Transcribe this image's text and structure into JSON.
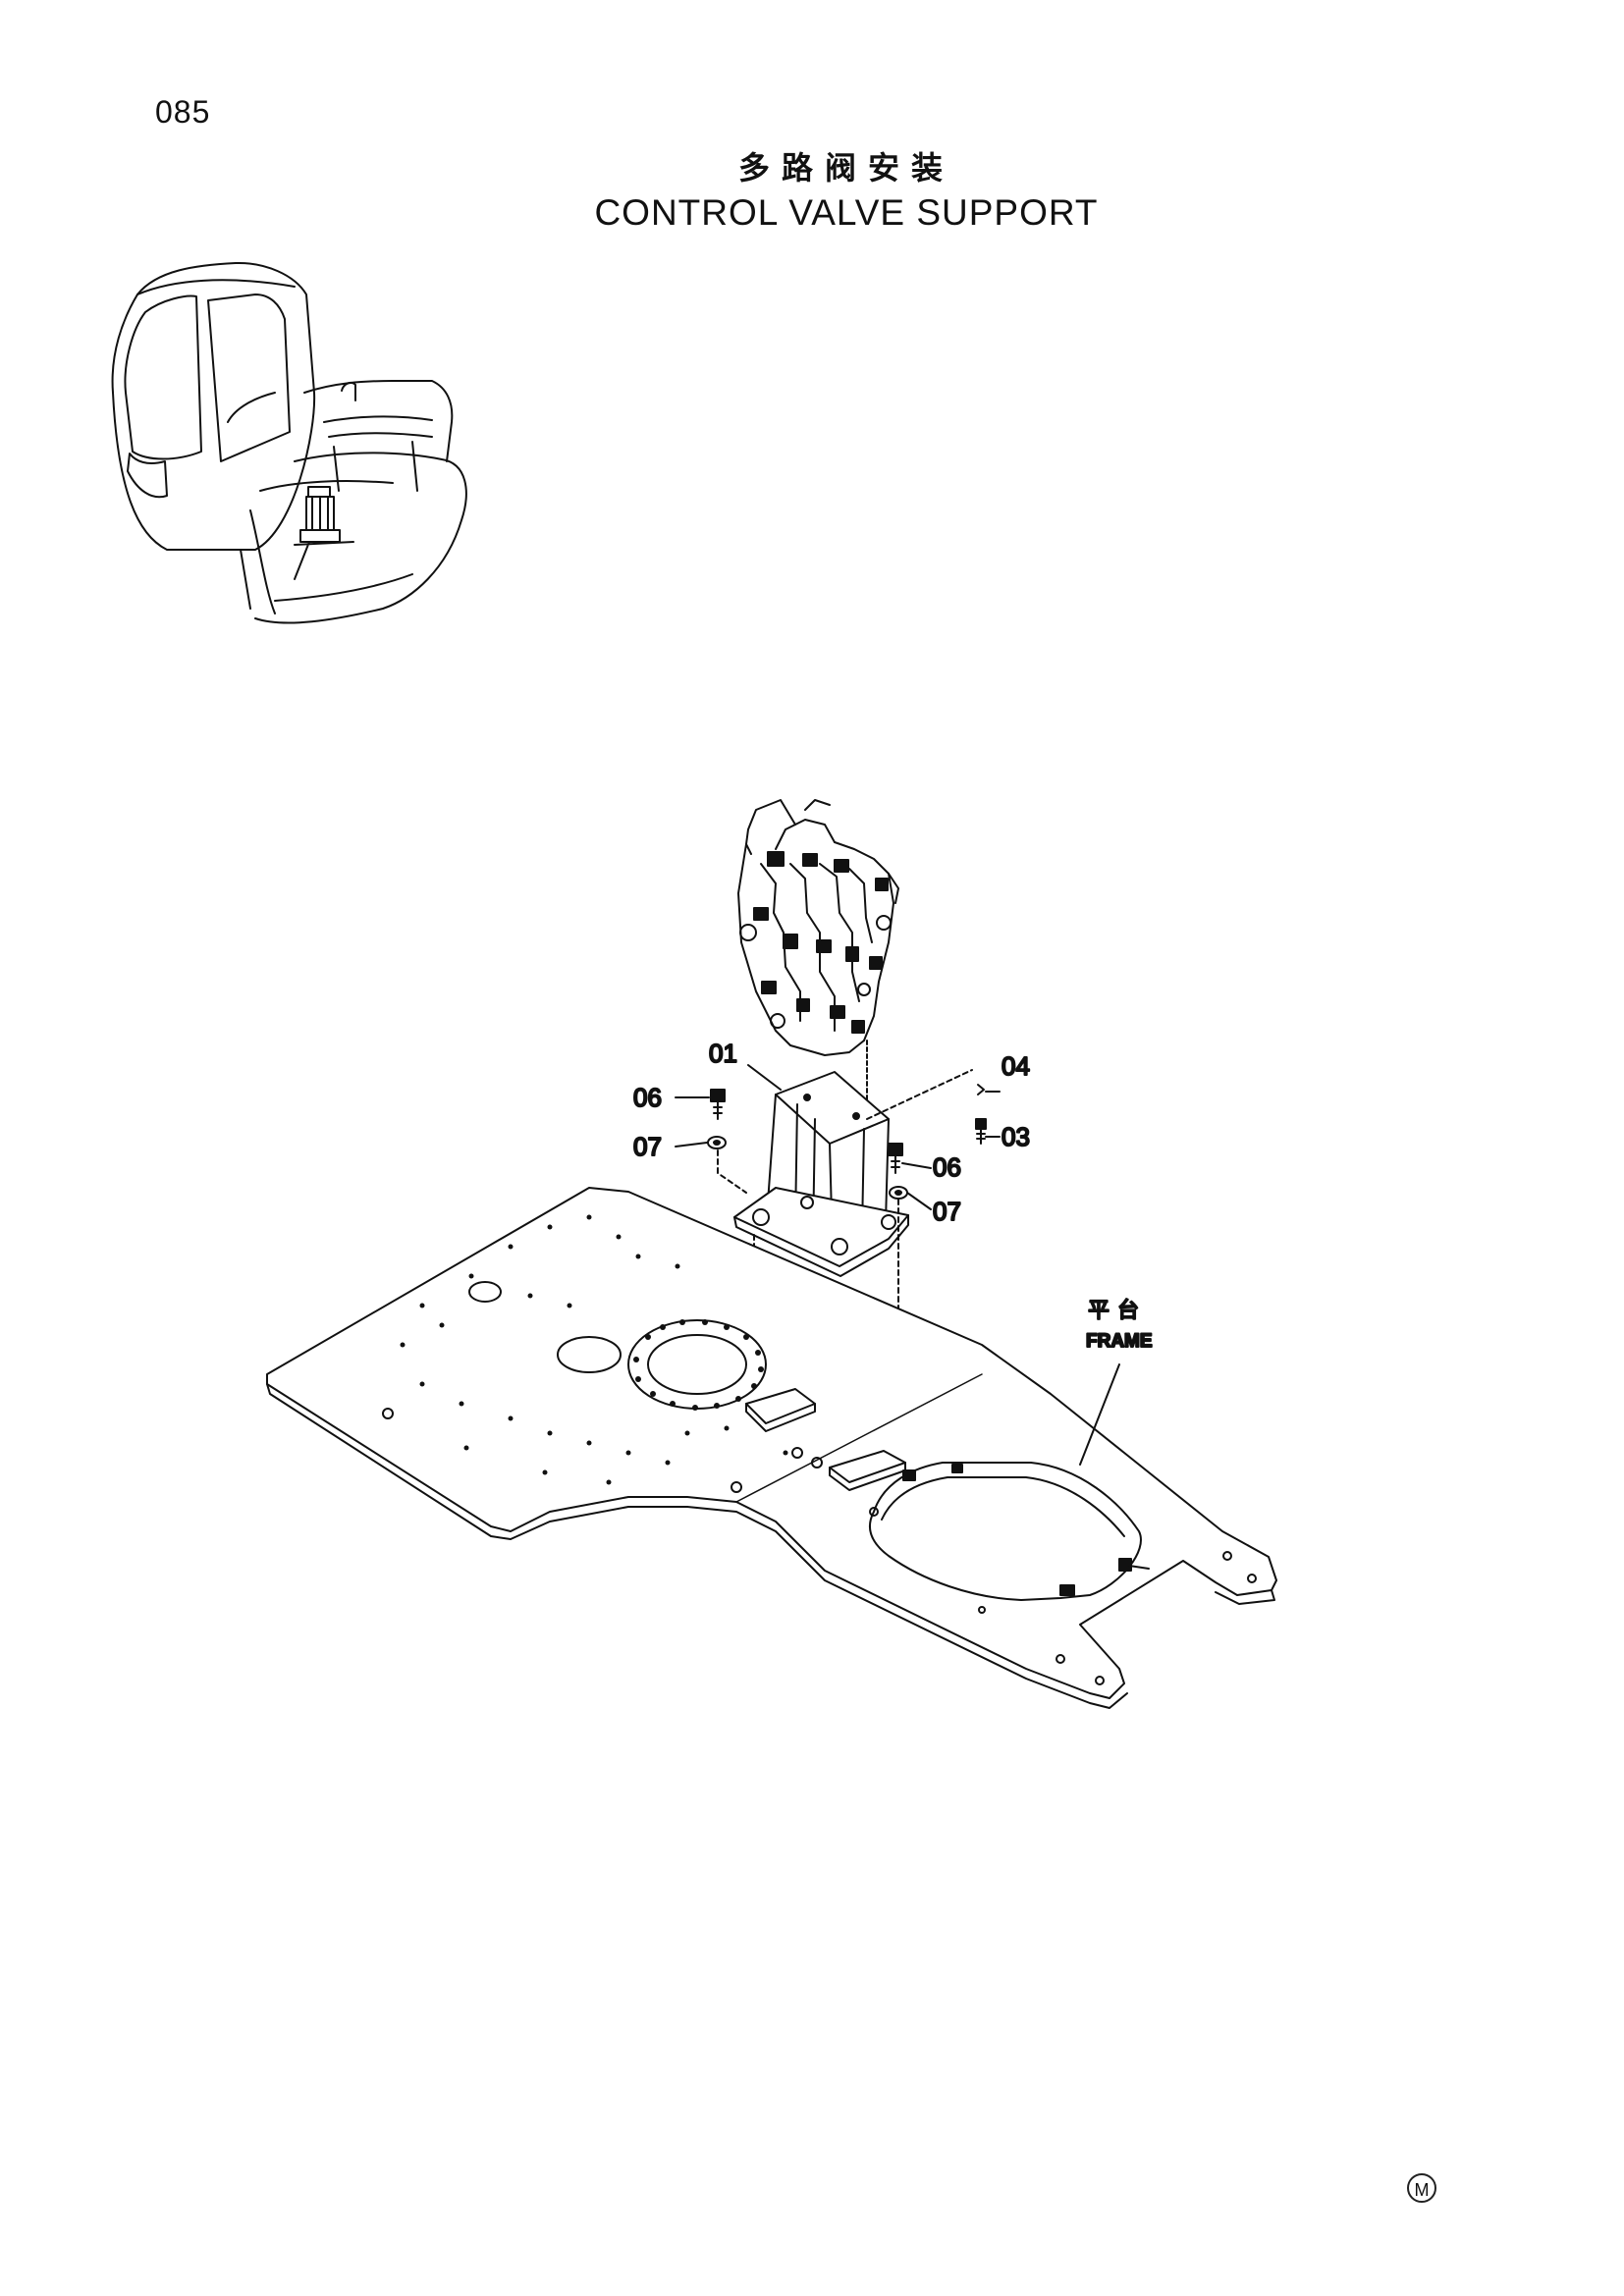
{
  "page": {
    "number": "085"
  },
  "title": {
    "cn": "多路阀安装",
    "en": "CONTROL VALVE SUPPORT"
  },
  "callouts": {
    "c01": "01",
    "c04": "04",
    "c06a": "06",
    "c03": "03",
    "c07a": "07",
    "c06b": "06",
    "c07b": "07"
  },
  "frame_label": {
    "cn": "平台",
    "en": "FRAME"
  },
  "footer": {
    "mark": "M"
  },
  "icons": [
    "excavator-overview-icon",
    "control-valve-icon",
    "valve-support-bracket-icon",
    "bolt-icon",
    "washer-icon",
    "frame-plate-icon"
  ]
}
